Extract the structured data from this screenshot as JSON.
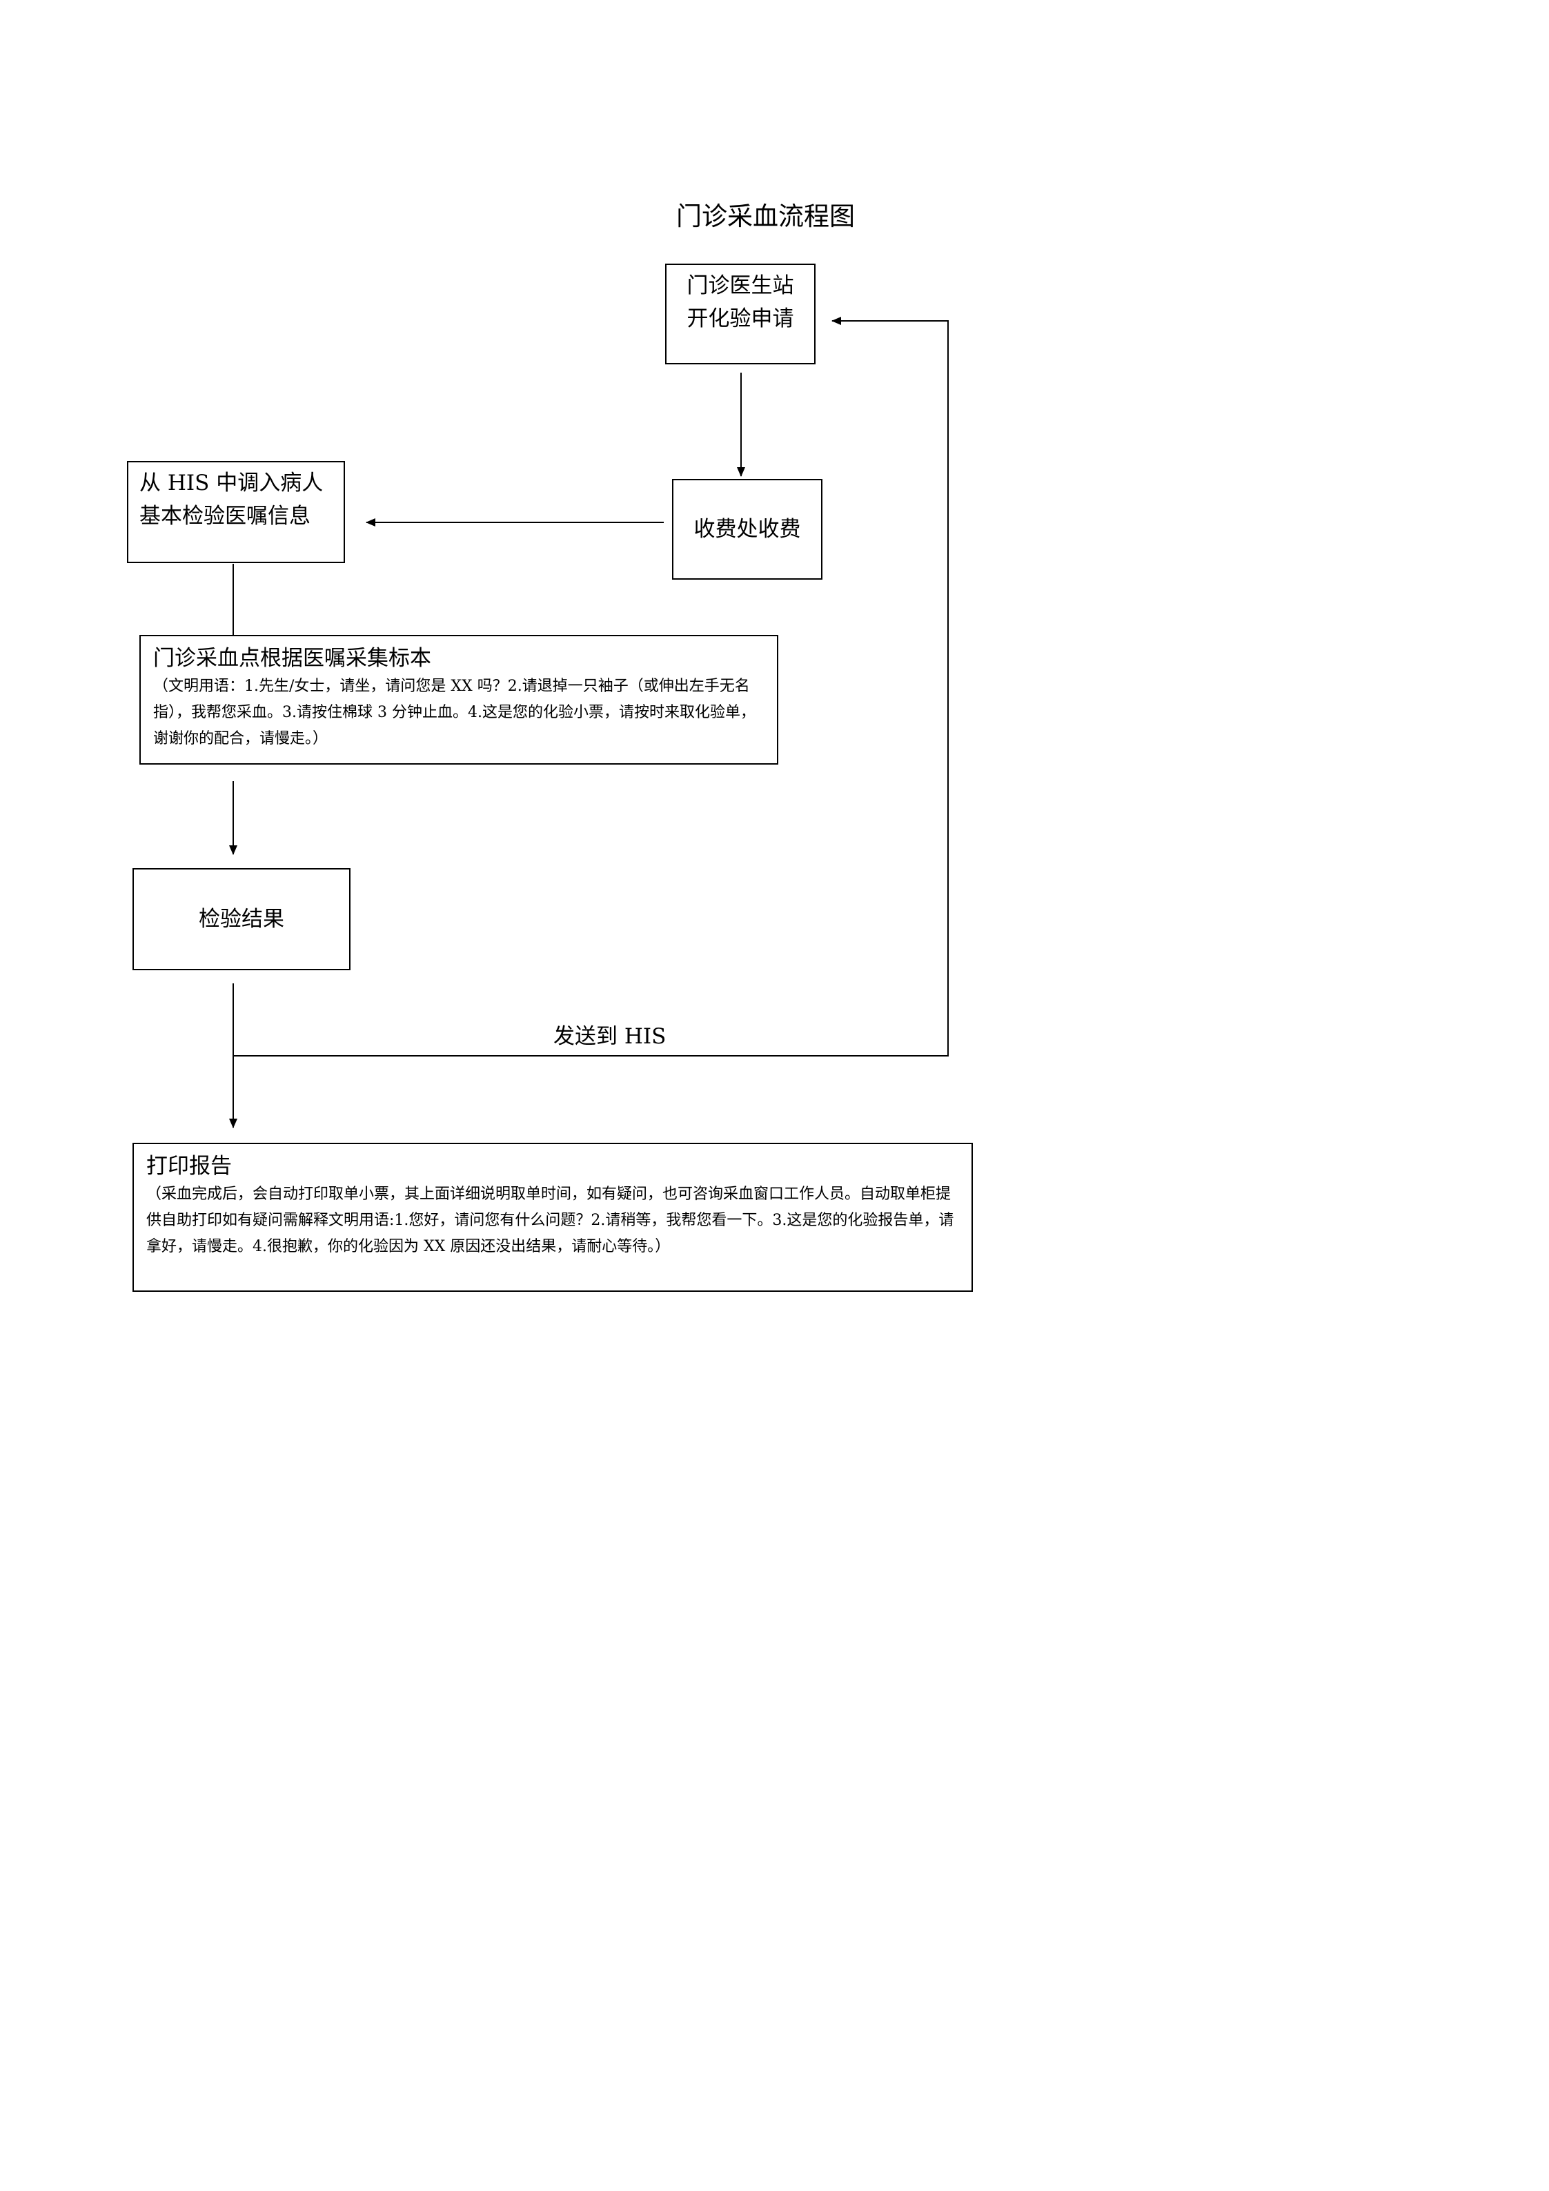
{
  "title": "门诊采血流程图",
  "nodes": {
    "doctor_station": {
      "lines": [
        "门诊医生站",
        "开化验申请"
      ]
    },
    "payment": {
      "label": "收费处收费"
    },
    "his_import": {
      "lines": [
        "从 HIS 中调入病人",
        "基本检验医嘱信息"
      ]
    },
    "blood_collection": {
      "heading": "门诊采血点根据医嘱采集标本",
      "note": "（文明用语：1.先生/女士，请坐，请问您是 XX 吗？2.请退掉一只袖子（或伸出左手无名指），我帮您采血。3.请按住棉球 3 分钟止血。4.这是您的化验小票，请按时来取化验单，谢谢你的配合，请慢走。）"
    },
    "test_result": {
      "label": "检验结果"
    },
    "print_report": {
      "heading": "打印报告",
      "note": "（采血完成后，会自动打印取单小票，其上面详细说明取单时间，如有疑问，也可咨询采血窗口工作人员。自动取单柜提供自助打印如有疑问需解释文明用语:1.您好，请问您有什么问题？2.请稍等，我帮您看一下。3.这是您的化验报告单，请拿好，请慢走。4.很抱歉，你的化验因为 XX 原因还没出结果，请耐心等待。）"
    }
  },
  "edges": {
    "send_to_his": "发送到 HIS"
  }
}
